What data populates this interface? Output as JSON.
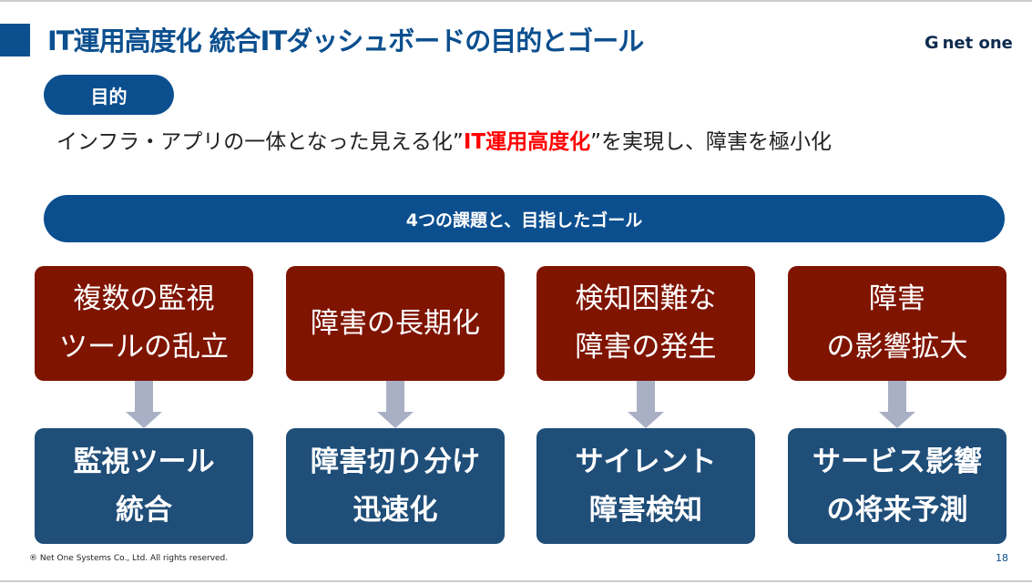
{
  "header": {
    "title": "IT運用高度化 統合ITダッシュボードの目的とゴール",
    "logo_text": "net one"
  },
  "purpose": {
    "label": "目的",
    "text_before": "インフラ・アプリの一体となった見える化”",
    "highlight": "IT運用高度化",
    "text_after": "”を実現し、障害を極小化"
  },
  "banner": "4つの課題と、目指したゴール",
  "columns": [
    {
      "issue": "複数の監視\nツールの乱立",
      "goal": "監視ツール\n統合"
    },
    {
      "issue": "障害の長期化",
      "goal": "障害切り分け\n迅速化"
    },
    {
      "issue": "検知困難な\n障害の発生",
      "goal": "サイレント\n障害検知"
    },
    {
      "issue": "障害\nの影響拡大",
      "goal": "サービス影響\nの将来予測"
    }
  ],
  "footer": {
    "copyright": "® Net One Systems Co., Ltd. All rights reserved.",
    "page": "18"
  },
  "colors": {
    "brand": "#0b4f8f",
    "issue": "#7f1400",
    "goal": "#1f4e79",
    "highlight": "#ff0000"
  }
}
